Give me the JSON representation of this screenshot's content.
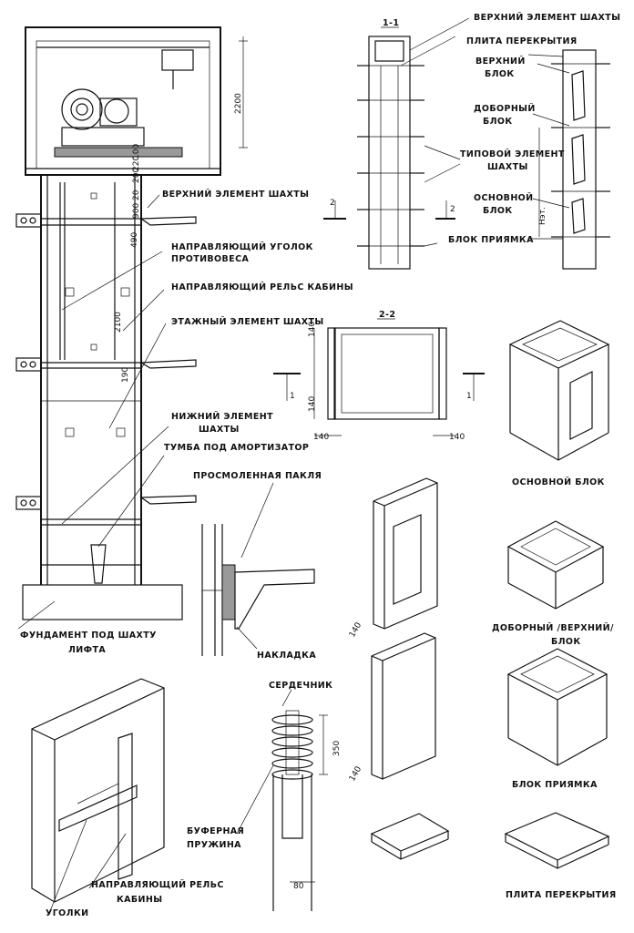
{
  "labels": {
    "upper_shaft_element_left": "ВЕРХНИЙ ЭЛЕМЕНТ ШАХТЫ",
    "counterweight_guide_1": "НАПРАВЛЯЮЩИЙ УГОЛОК",
    "counterweight_guide_2": "ПРОТИВОВЕСА",
    "cabin_rail": "НАПРАВЛЯЮЩИЙ РЕЛЬС КАБИНЫ",
    "floor_element": "ЭТАЖНЫЙ ЭЛЕМЕНТ ШАХТЫ",
    "lower_element_1": "НИЖНИЙ ЭЛЕМЕНТ",
    "lower_element_2": "ШАХТЫ",
    "buffer_pedestal": "ТУМБА ПОД АМОРТИЗАТОР",
    "foundation_1": "ФУНДАМЕНТ ПОД ШАХТУ",
    "foundation_2": "ЛИФТА",
    "tarred_tow": "ПРОСМОЛЕННАЯ ПАКЛЯ",
    "overlay": "НАКЛАДКА",
    "core": "СЕРДЕЧНИК",
    "buffer_spring_1": "БУФЕРНАЯ",
    "buffer_spring_2": "ПРУЖИНА",
    "cabin_rail_1": "НАПРАВЛЯЮЩИЙ РЕЛЬС",
    "cabin_rail_2": "КАБИНЫ",
    "angles": "УГОЛКИ",
    "section_1_1": "1-1",
    "section_2_2": "2-2",
    "upper_shaft_element_right": "ВЕРХНИЙ ЭЛЕМЕНТ ШАХТЫ",
    "floor_slab_right": "ПЛИТА ПЕРЕКРЫТИЯ",
    "upper_block_1": "ВЕРХНИЙ",
    "upper_block_2": "БЛОК",
    "extra_block_1": "ДОБОРНЫЙ",
    "extra_block_2": "БЛОК",
    "typical_element_1": "ТИПОВОЙ ЭЛЕМЕНТ",
    "typical_element_2": "ШАХТЫ",
    "main_block_1": "ОСНОВНОЙ",
    "main_block_2": "БЛОК",
    "pit_block": "БЛОК ПРИЯМКА",
    "iso_main_block": "ОСНОВНОЙ БЛОК",
    "iso_extra_upper_1": "ДОБОРНЫЙ /ВЕРХНИЙ/",
    "iso_extra_upper_2": "БЛОК",
    "iso_pit_block": "БЛОК ПРИЯМКА",
    "iso_slab": "ПЛИТА ПЕРЕКРЫТИЯ",
    "h_floor": "Нэт."
  },
  "dimensions": {
    "d2200": "2200",
    "d100": "100",
    "d220": "220",
    "d200a": "200",
    "d20": "20",
    "d900": "900",
    "d200b": "200",
    "d490": "490",
    "d2100": "2100",
    "d190": "190",
    "d140_top": "140",
    "d140_left": "140",
    "d140_bl": "140",
    "d140_br": "140",
    "d140_panel1": "140",
    "d140_panel2": "140",
    "d350": "350",
    "d80": "80",
    "mark_1": "1",
    "mark_2": "2"
  }
}
